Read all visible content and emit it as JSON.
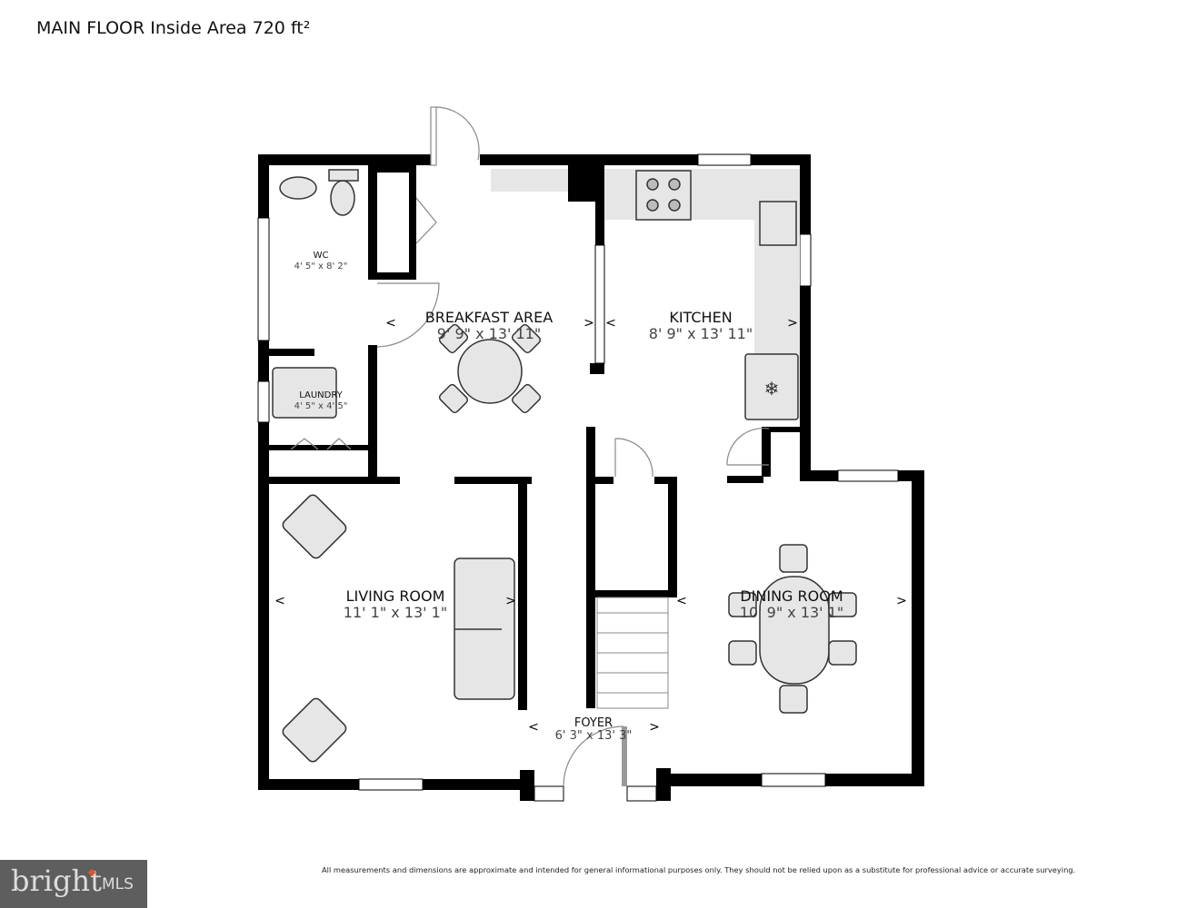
{
  "title": "MAIN FLOOR Inside Area 720 ft²",
  "rooms": [
    {
      "name": "WC",
      "dims": "4' 5\" x 8' 2\""
    },
    {
      "name": "LAUNDRY",
      "dims": "4' 5\" x 4' 5\""
    },
    {
      "name": "BREAKFAST AREA",
      "dims": "9' 9\" x 13' 11\""
    },
    {
      "name": "KITCHEN",
      "dims": "8' 9\" x 13' 11\""
    },
    {
      "name": "LIVING ROOM",
      "dims": "11' 1\" x 13' 1\""
    },
    {
      "name": "FOYER",
      "dims": "6' 3\" x 13' 3\""
    },
    {
      "name": "DINING ROOM",
      "dims": "10' 9\" x 13' 1\""
    }
  ],
  "disclaimer": "All measurements and dimensions are approximate and intended for general informational purposes only. They should not be relied upon as a substitute for professional advice or accurate surveying.",
  "logo": {
    "text": "bright",
    "suffix": "MLS",
    "accent": "#e2542b"
  }
}
